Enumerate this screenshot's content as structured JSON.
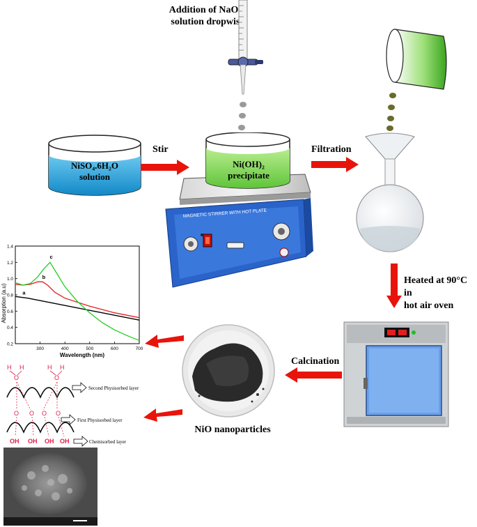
{
  "labels": {
    "addition_line1": "Addition of NaOH",
    "addition_line2": "solution dropwise",
    "stir": "Stir",
    "filtration": "Filtration",
    "heated_line1": "Heated at 90°C in",
    "heated_line2": "hot air oven",
    "calcination": "Calcination",
    "nio": "NiO nanoparticles"
  },
  "beaker1": {
    "line1": "NiSO₄.6H₂O",
    "line2": "solution"
  },
  "beaker2": {
    "line1": "Ni(OH)₂",
    "line2": "precipitate"
  },
  "stirrer": {
    "panel_text": "MAGNETIC STIRRER WITH HOT PLATE"
  },
  "adsorption": {
    "second": "Second Physisorbed layer",
    "first": "First Physisorbed layer",
    "chem": "Chemisorbed layer",
    "h": "H",
    "o": "O",
    "oh": "OH"
  },
  "colors": {
    "arrow": "#e8140c",
    "nisoa_solution": "#1aa6e0",
    "precipitate": "#7ed957",
    "hotplate_blue": "#2a63c9",
    "oven_door": "#6aa0e8"
  },
  "chart_data": {
    "type": "line",
    "xlabel": "Wavelength (nm)",
    "ylabel": "Absorption (a.u)",
    "xlim": [
      200,
      700
    ],
    "ylim": [
      0.2,
      1.4
    ],
    "xticks": [
      "300",
      "400",
      "500",
      "600",
      "700"
    ],
    "yticks": [
      "0.2",
      "0.4",
      "0.6",
      "0.8",
      "1.0",
      "1.2",
      "1.4"
    ],
    "series": [
      {
        "name": "a",
        "color": "#000000",
        "x": [
          200,
          250,
          300,
          350,
          400,
          450,
          500,
          550,
          600,
          650,
          700
        ],
        "y": [
          0.78,
          0.76,
          0.73,
          0.7,
          0.67,
          0.64,
          0.61,
          0.58,
          0.55,
          0.52,
          0.49
        ]
      },
      {
        "name": "b",
        "color": "#e02020",
        "x": [
          200,
          230,
          260,
          290,
          310,
          330,
          360,
          400,
          450,
          500,
          550,
          600,
          650,
          700
        ],
        "y": [
          0.93,
          0.92,
          0.93,
          0.96,
          0.96,
          0.92,
          0.83,
          0.76,
          0.71,
          0.66,
          0.62,
          0.58,
          0.55,
          0.52
        ]
      },
      {
        "name": "c",
        "color": "#22cc22",
        "x": [
          200,
          230,
          260,
          290,
          315,
          340,
          360,
          400,
          450,
          500,
          550,
          600,
          650,
          700
        ],
        "y": [
          0.95,
          0.92,
          0.94,
          1.02,
          1.12,
          1.2,
          1.1,
          0.9,
          0.72,
          0.58,
          0.46,
          0.37,
          0.3,
          0.24
        ]
      }
    ]
  }
}
